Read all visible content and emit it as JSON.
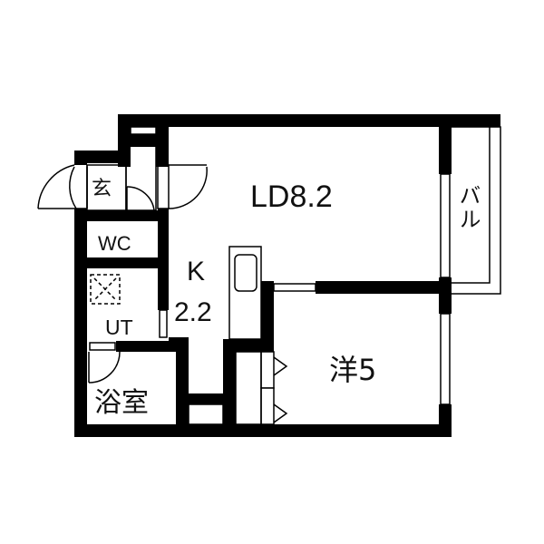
{
  "floor_plan": {
    "rooms": {
      "living_dining": {
        "label": "LD8.2"
      },
      "kitchen": {
        "label_line1": "K",
        "label_line2": "2.2"
      },
      "western_room": {
        "label": "洋5"
      },
      "toilet": {
        "label": "WC"
      },
      "utility": {
        "label": "UT"
      },
      "bathroom": {
        "label": "浴室"
      },
      "entrance": {
        "label": "玄"
      },
      "balcony": {
        "label": "バル"
      }
    },
    "colors": {
      "wall": "#000000",
      "background": "#ffffff",
      "line": "#111111"
    },
    "symbols": [
      "washing-machine-pan-icon",
      "kitchen-sink-icon",
      "closet-door-triangle-icon",
      "door-swing-arc-icon"
    ]
  }
}
